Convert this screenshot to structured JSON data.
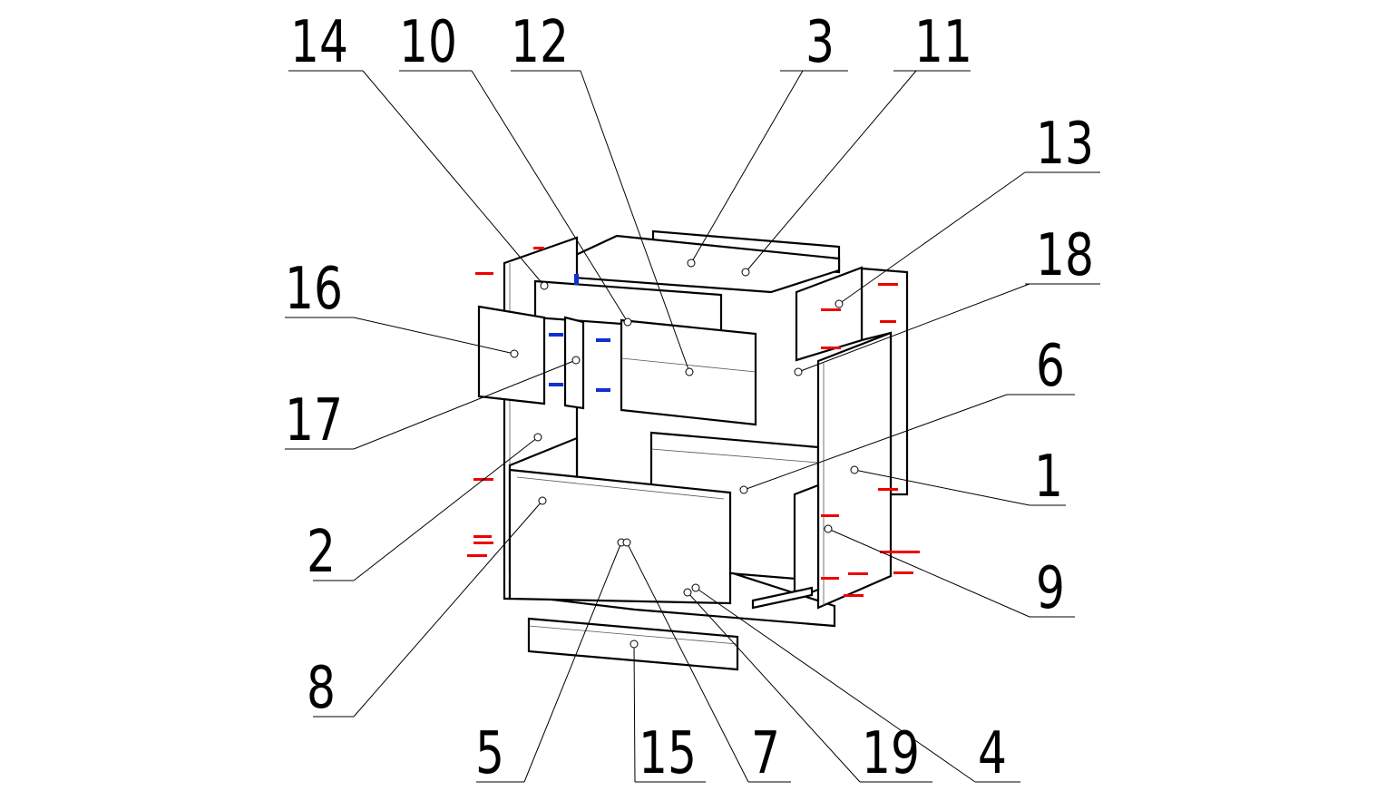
{
  "diagram": {
    "type": "exploded assembly drawing",
    "colors": {
      "lines": "#000000",
      "hardware_red": "#e00000",
      "hardware_blue": "#1030d0"
    },
    "part_labels": [
      "14",
      "10",
      "12",
      "3",
      "11",
      "13",
      "18",
      "16",
      "17",
      "6",
      "1",
      "9",
      "2",
      "8",
      "5",
      "15",
      "7",
      "19",
      "4"
    ]
  }
}
